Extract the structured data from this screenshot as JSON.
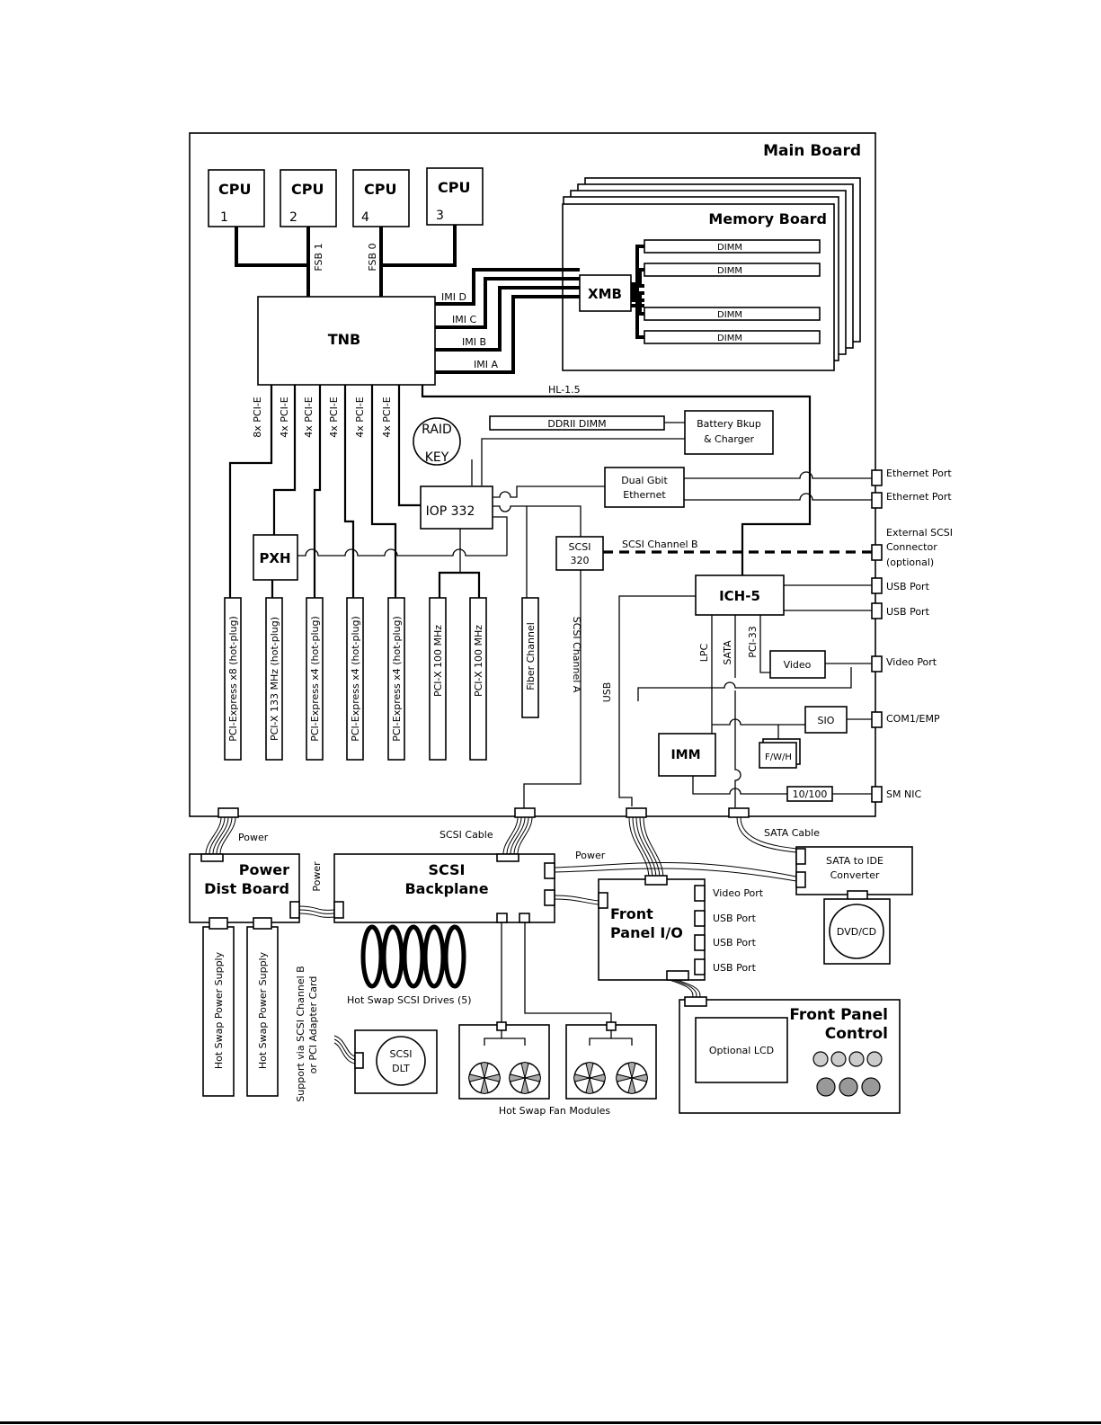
{
  "main_board": "Main Board",
  "memory_board": "Memory Board",
  "cpus": [
    {
      "label": "CPU",
      "num": "1"
    },
    {
      "label": "CPU",
      "num": "2"
    },
    {
      "label": "CPU",
      "num": "4"
    },
    {
      "label": "CPU",
      "num": "3"
    }
  ],
  "fsb1": "FSB 1",
  "fsb0": "FSB 0",
  "tnb": "TNB",
  "imi": [
    "IMI D",
    "IMI C",
    "IMI B",
    "IMI A"
  ],
  "xmb": "XMB",
  "dimm": [
    "DIMM",
    "DIMM",
    "DIMM",
    "DIMM"
  ],
  "hl15": "HL-1.5",
  "pcie_links": [
    "8x PCI-E",
    "4x PCI-E",
    "4x PCI-E",
    "4x PCI-E",
    "4x PCI-E",
    "4x PCI-E"
  ],
  "raid_key": [
    "RAID",
    "KEY"
  ],
  "ddr2_dimm": "DDRII DIMM",
  "battery": [
    "Battery Bkup",
    "& Charger"
  ],
  "dual_gbit": [
    "Dual Gbit",
    "Ethernet"
  ],
  "iop": "IOP 332",
  "pxh": "PXH",
  "scsi320": [
    "SCSI",
    "320"
  ],
  "scsi_channel_b": "SCSI Channel B",
  "scsi_channel_a": "SCSI Channel A",
  "ich5": "ICH-5",
  "slots": [
    "PCI-Express x8 (hot-plug)",
    "PCI-X 133 MHz (hot-plug)",
    "PCI-Express x4 (hot-plug)",
    "PCI-Express x4 (hot-plug)",
    "PCI-Express x4 (hot-plug)",
    "PCI-X 100 MHz",
    "PCI-X 100 MHz",
    "Fiber Channel"
  ],
  "usb": "USB",
  "lpc": "LPC",
  "sata": "SATA",
  "pci33": "PCI-33",
  "video": "Video",
  "sio": "SIO",
  "imm": "IMM",
  "fwh": "F/W/H",
  "nic10100": "10/100",
  "ports": [
    "Ethernet Port",
    "Ethernet Port",
    "External SCSI",
    "Connector",
    "(optional)",
    "USB Port",
    "USB Port",
    "Video Port",
    "COM1/EMP",
    "SM NIC"
  ],
  "power": "Power",
  "scsi_cable": "SCSI Cable",
  "sata_cable": "SATA Cable",
  "power_dist": [
    "Power",
    "Dist Board"
  ],
  "scsi_backplane": [
    "SCSI",
    "Backplane"
  ],
  "sata_ide": [
    "SATA to IDE",
    "Converter"
  ],
  "dvd": "DVD/CD",
  "front_io": [
    "Front",
    "Panel I/O"
  ],
  "front_io_ports": [
    "Video Port",
    "USB Port",
    "USB Port",
    "USB Port"
  ],
  "hot_swap_ps": "Hot Swap Power Supply",
  "hot_swap_drives": "Hot Swap SCSI Drives (5)",
  "support_note": [
    "Support via SCSI Channel B",
    "or PCI Adapter Card"
  ],
  "scsi_dlt": [
    "SCSI",
    "DLT"
  ],
  "fan_modules": "Hot Swap Fan Modules",
  "front_panel_control": [
    "Front Panel",
    "Control"
  ],
  "optional_lcd": "Optional LCD"
}
